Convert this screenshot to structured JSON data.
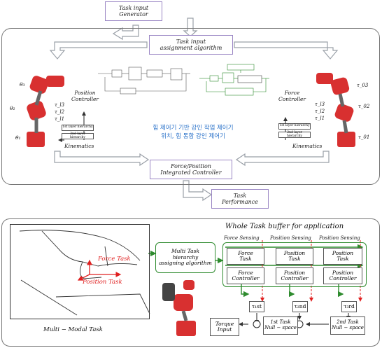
{
  "top": {
    "task_input_generator": "Task input\nGenerator",
    "task_assignment": "Task input\nassignment algorithm",
    "force_position_controller": "Force/Position\nIntegrated Controller",
    "task_performance": "Task\nPerformance",
    "left": {
      "position_controller": "Position\nController",
      "kinematics": "Kinematics",
      "layer1": "1st layer hierarchy",
      "layer2": "2nd layer hierarchy",
      "theta3": "θ₃",
      "theta2": "θ₂",
      "theta1": "θ₁",
      "tau13": "τ_l3",
      "tau12": "τ_l2",
      "tau11": "τ_l1"
    },
    "right": {
      "force_controller": "Force\nController",
      "kinematics": "Kinematics",
      "layer1": "1st layer hierarchy",
      "layer2": "2nd layer hierarchy",
      "tau03": "τ_03",
      "tau02": "τ_02",
      "tau01": "τ_01",
      "tau13": "τ_l3",
      "tau12": "τ_l2",
      "tau11": "τ_l1"
    },
    "korean_line1": "힘 제어기 기반 강인 작업 제어기",
    "korean_line2": "위치, 힘 통합 강인 제어기"
  },
  "bottom": {
    "title": "Whole Task buffer for application",
    "force_task": "Force Task",
    "position_task": "Position Task",
    "multi_modal": "Multi − Modal Task",
    "multi_task_algo": "Multi Task\nhierarchy\nassigning algorithm",
    "columns": [
      {
        "sensing": "Force Sensing",
        "task": "Force\nTask",
        "controller": "Force\nController",
        "tau": "τ₁st"
      },
      {
        "sensing": "Position Sensing",
        "task": "Position\nTask",
        "controller": "Position\nController",
        "tau": "τ₂nd"
      },
      {
        "sensing": "Position Sensing",
        "task": "Position\nTask",
        "controller": "Position\nController",
        "tau": "τ₃rd"
      }
    ],
    "torque_input": "Torque\nInput",
    "null1": "1st Task\nNull − space",
    "null2": "2nd Task\nNull − space"
  }
}
